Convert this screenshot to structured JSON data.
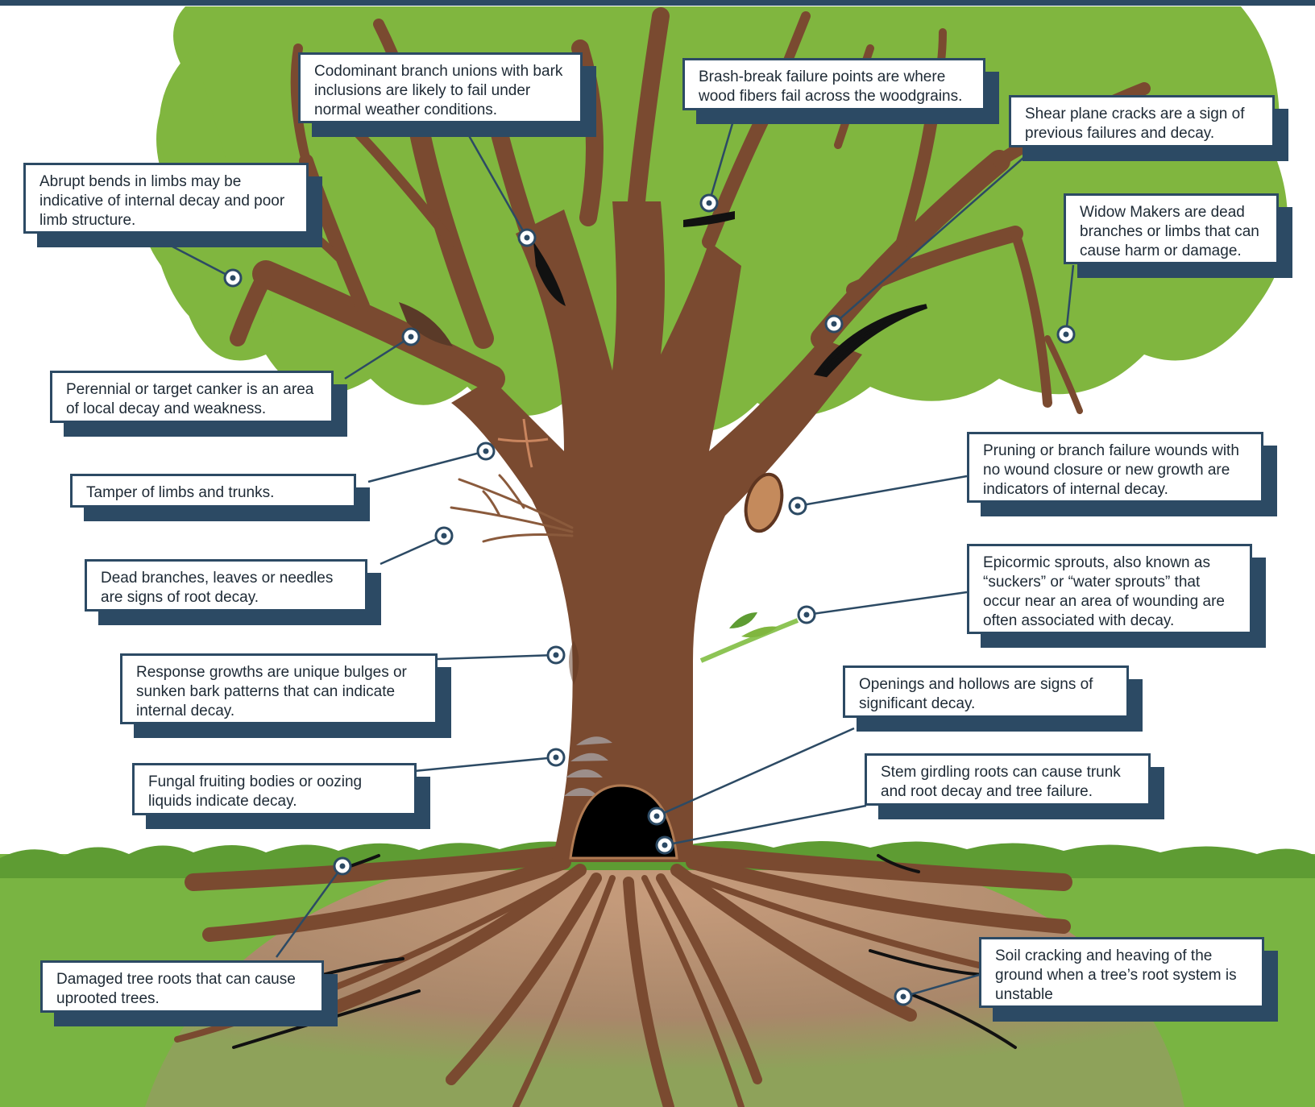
{
  "colors": {
    "sky": "#ffffff",
    "canopy": "#80b63f",
    "grass": "#6aa83a",
    "soil": "#b48a6a",
    "bark": "#7a4a30",
    "bark_dark": "#5e3520",
    "callout_border": "#2c4a64",
    "leader": "#2c4a64",
    "top_bar": "#2c4a64"
  },
  "callouts": {
    "abrupt_bends": "Abrupt bends in limbs may be indicative of internal decay and poor limb structure.",
    "codominant": "Codominant branch unions with bark inclusions are likely to fail under normal weather conditions.",
    "brash_break": "Brash-break failure points are where wood fibers fail across the woodgrains.",
    "shear_plane": "Shear plane cracks are a sign of previous failures and decay.",
    "widow_makers": "Widow Makers are dead branches or limbs that can cause harm or damage.",
    "canker": "Perennial or target canker is an area of local decay and weakness.",
    "tamper": "Tamper of limbs and trunks.",
    "pruning_wounds": "Pruning or branch failure wounds with no wound closure or new growth are indicators of internal decay.",
    "dead_branches": "Dead branches, leaves or needles are signs of root decay.",
    "epicormic": "Epicormic sprouts, also known as “suckers” or “water sprouts” that occur near an area of wounding are often associated with decay.",
    "response_growths": "Response growths are unique bulges or sunken bark patterns that can indicate internal decay.",
    "openings": "Openings and hollows are signs of significant decay.",
    "fungal": "Fungal fruiting bodies or oozing liquids indicate decay.",
    "girdling": "Stem girdling roots can cause trunk and root decay and tree failure.",
    "damaged_roots": "Damaged tree roots that can cause uprooted trees.",
    "soil_cracking": "Soil cracking and heaving of the ground when a tree’s root system is unstable"
  }
}
